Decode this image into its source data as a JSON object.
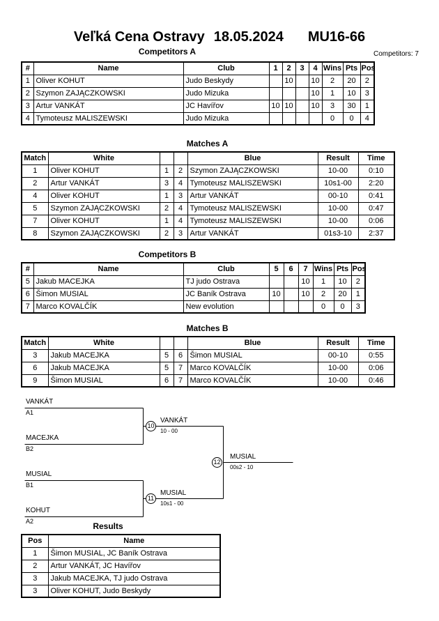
{
  "page": {
    "title_event": "Veľká Cena Ostravy",
    "title_date": "18.05.2024",
    "title_category": "MU16-66",
    "competitors_count_label": "Competitors: 7"
  },
  "competitors_a": {
    "heading": "Competitors A",
    "headers": {
      "num": "#",
      "name": "Name",
      "club": "Club",
      "g1": "1",
      "g2": "2",
      "g3": "3",
      "g4": "4",
      "wins": "Wins",
      "pts": "Pts",
      "pos": "Pos"
    },
    "rows": [
      {
        "num": "1",
        "name": "Oliver KOHUT",
        "club": "Judo Beskydy",
        "grid": [
          "",
          "10",
          "",
          "10"
        ],
        "wins": "2",
        "pts": "20",
        "pos": "2"
      },
      {
        "num": "2",
        "name": "Szymon ZAJĄCZKOWSKI",
        "club": "Judo Mizuka",
        "grid": [
          "",
          "",
          "",
          "10"
        ],
        "wins": "1",
        "pts": "10",
        "pos": "3"
      },
      {
        "num": "3",
        "name": "Artur VANKÁT",
        "club": "JC Havířov",
        "grid": [
          "10",
          "10",
          "",
          "10"
        ],
        "wins": "3",
        "pts": "30",
        "pos": "1"
      },
      {
        "num": "4",
        "name": "Tymoteusz MALISZEWSKI",
        "club": "Judo Mizuka",
        "grid": [
          "",
          "",
          "",
          ""
        ],
        "wins": "0",
        "pts": "0",
        "pos": "4"
      }
    ]
  },
  "matches_a": {
    "heading": "Matches A",
    "headers": {
      "match": "Match",
      "white": "White",
      "wnum": "",
      "bnum": "",
      "blue": "Blue",
      "result": "Result",
      "time": "Time"
    },
    "rows": [
      {
        "match": "1",
        "white": "Oliver KOHUT",
        "wnum": "1",
        "bnum": "2",
        "blue": "Szymon ZAJĄCZKOWSKI",
        "result": "10-00",
        "time": "0:10"
      },
      {
        "match": "2",
        "white": "Artur VANKÁT",
        "wnum": "3",
        "bnum": "4",
        "blue": "Tymoteusz MALISZEWSKI",
        "result": "10s1-00",
        "time": "2:20"
      },
      {
        "match": "4",
        "white": "Oliver KOHUT",
        "wnum": "1",
        "bnum": "3",
        "blue": "Artur VANKÁT",
        "result": "00-10",
        "time": "0:41"
      },
      {
        "match": "5",
        "white": "Szymon ZAJĄCZKOWSKI",
        "wnum": "2",
        "bnum": "4",
        "blue": "Tymoteusz MALISZEWSKI",
        "result": "10-00",
        "time": "0:47"
      },
      {
        "match": "7",
        "white": "Oliver KOHUT",
        "wnum": "1",
        "bnum": "4",
        "blue": "Tymoteusz MALISZEWSKI",
        "result": "10-00",
        "time": "0:06"
      },
      {
        "match": "8",
        "white": "Szymon ZAJĄCZKOWSKI",
        "wnum": "2",
        "bnum": "3",
        "blue": "Artur VANKÁT",
        "result": "01s3-10",
        "time": "2:37"
      }
    ]
  },
  "competitors_b": {
    "heading": "Competitors B",
    "headers": {
      "num": "#",
      "name": "Name",
      "club": "Club",
      "g1": "5",
      "g2": "6",
      "g3": "7",
      "wins": "Wins",
      "pts": "Pts",
      "pos": "Pos"
    },
    "rows": [
      {
        "num": "5",
        "name": "Jakub MACEJKA",
        "club": "TJ judo Ostrava",
        "grid": [
          "",
          "",
          "10"
        ],
        "wins": "1",
        "pts": "10",
        "pos": "2"
      },
      {
        "num": "6",
        "name": "Šimon MUSIAL",
        "club": "JC Baník Ostrava",
        "grid": [
          "10",
          "",
          "10"
        ],
        "wins": "2",
        "pts": "20",
        "pos": "1"
      },
      {
        "num": "7",
        "name": "Marco KOVALČÍK",
        "club": "New evolution",
        "grid": [
          "",
          "",
          ""
        ],
        "wins": "0",
        "pts": "0",
        "pos": "3"
      }
    ]
  },
  "matches_b": {
    "heading": "Matches B",
    "headers": {
      "match": "Match",
      "white": "White",
      "wnum": "",
      "bnum": "",
      "blue": "Blue",
      "result": "Result",
      "time": "Time"
    },
    "rows": [
      {
        "match": "3",
        "white": "Jakub MACEJKA",
        "wnum": "5",
        "bnum": "6",
        "blue": "Šimon MUSIAL",
        "result": "00-10",
        "time": "0:55"
      },
      {
        "match": "6",
        "white": "Jakub MACEJKA",
        "wnum": "5",
        "bnum": "7",
        "blue": "Marco KOVALČÍK",
        "result": "10-00",
        "time": "0:06"
      },
      {
        "match": "9",
        "white": "Šimon MUSIAL",
        "wnum": "6",
        "bnum": "7",
        "blue": "Marco KOVALČÍK",
        "result": "10-00",
        "time": "0:46"
      }
    ]
  },
  "bracket": {
    "seeds": [
      {
        "name": "VANKÁT",
        "code": "A1"
      },
      {
        "name": "MACEJKA",
        "code": "B2"
      },
      {
        "name": "MUSIAL",
        "code": "B1"
      },
      {
        "name": "KOHUT",
        "code": "A2"
      }
    ],
    "semifinals": [
      {
        "match_num": "10",
        "winner": "VANKÁT",
        "score": "10 - 00"
      },
      {
        "match_num": "11",
        "winner": "MUSIAL",
        "score": "10s1 - 00"
      }
    ],
    "final": {
      "match_num": "12",
      "winner": "MUSIAL",
      "score": "00s2 - 10"
    }
  },
  "results": {
    "heading": "Results",
    "headers": {
      "pos": "Pos",
      "name": "Name"
    },
    "rows": [
      {
        "pos": "1",
        "name": "Šimon MUSIAL, JC Baník Ostrava"
      },
      {
        "pos": "2",
        "name": "Artur VANKÁT, JC Havířov"
      },
      {
        "pos": "3",
        "name": "Jakub MACEJKA, TJ judo Ostrava"
      },
      {
        "pos": "3",
        "name": "Oliver KOHUT, Judo Beskydy"
      }
    ]
  }
}
